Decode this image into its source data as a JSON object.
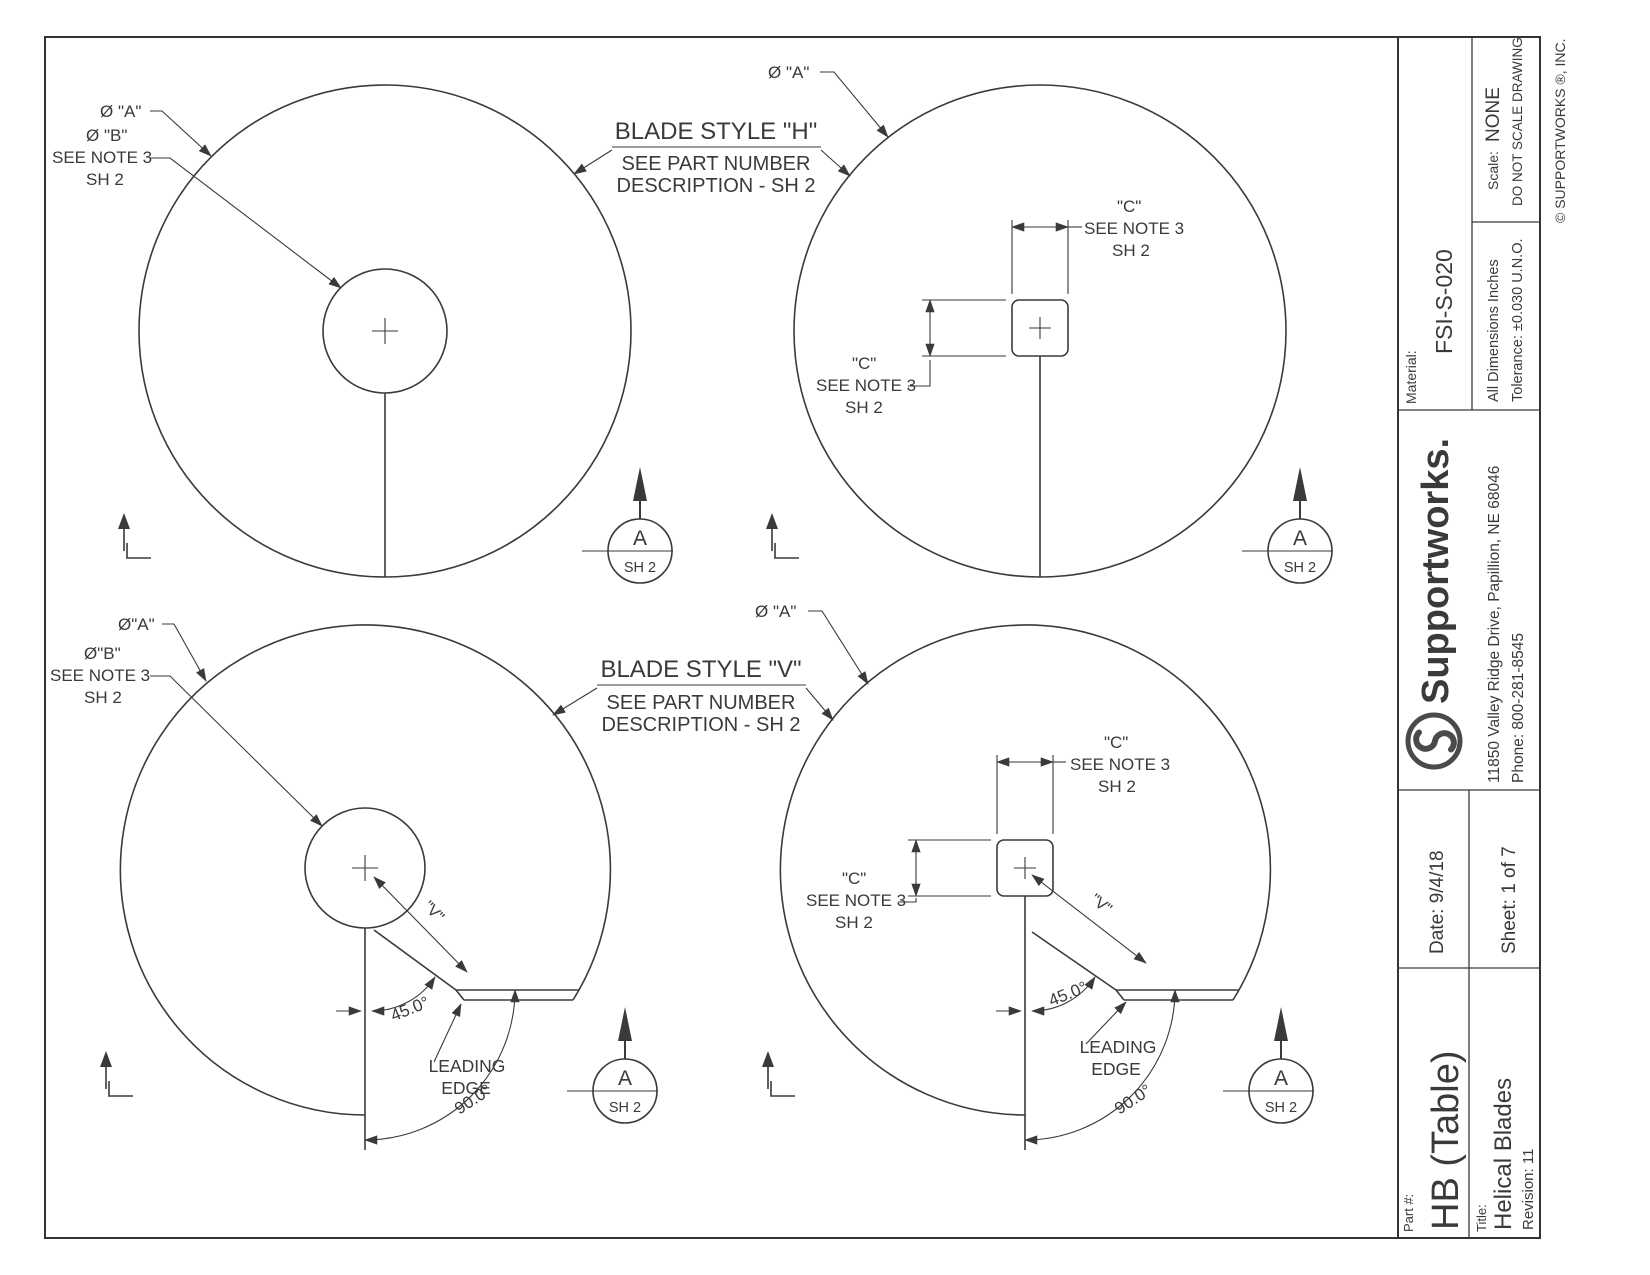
{
  "page": {
    "background": "#ffffff",
    "line_color": "#3a3a3a"
  },
  "icons": {
    "logo": "supportworks-s-swirl-in-circle",
    "section_arrow": "solid-up-arrow",
    "corner_mark": "up-arrow-with-corner-bracket"
  },
  "labels": {
    "dia_a": "Ø \"A\"",
    "dia_a_tight": "Ø\"A\"",
    "dia_b": "Ø \"B\"",
    "dia_b_tight": "Ø\"B\"",
    "see_note_3": "SEE NOTE 3",
    "sh_2": "SH 2",
    "dim_c": "\"C\"",
    "dim_v": "\"V\"",
    "angle_45": "45.0°",
    "angle_90": "90.0°",
    "leading": "LEADING",
    "edge": "EDGE",
    "section_letter": "A"
  },
  "blade_h": {
    "title": "BLADE STYLE \"H\"",
    "line1": "SEE PART NUMBER",
    "line2": "DESCRIPTION - SH 2"
  },
  "blade_v": {
    "title": "BLADE STYLE \"V\"",
    "line1": "SEE PART NUMBER",
    "line2": "DESCRIPTION - SH 2"
  },
  "titleblock": {
    "material_label": "Material:",
    "material_value": "FSI-S-020",
    "dims_line1": "All Dimensions Inches",
    "dims_line2": "Tolerance: ±0.030 U.N.O.",
    "scale_label": "Scale:",
    "scale_value": "NONE",
    "scale_note": "DO NOT SCALE DRAWING",
    "copyright": "© SUPPORTWORKS ®, INC.",
    "brand": "Supportworks.",
    "address": "11850 Valley Ridge Drive, Papillion, NE 68046",
    "phone": "Phone:  800-281-8545",
    "date": "Date:  9/4/18",
    "sheet": "Sheet:   1  of  7",
    "part_label": "Part #:",
    "part_value": "HB (Table)",
    "title_label": "Title:",
    "title_value": "Helical Blades",
    "revision": "Revision:  11"
  }
}
